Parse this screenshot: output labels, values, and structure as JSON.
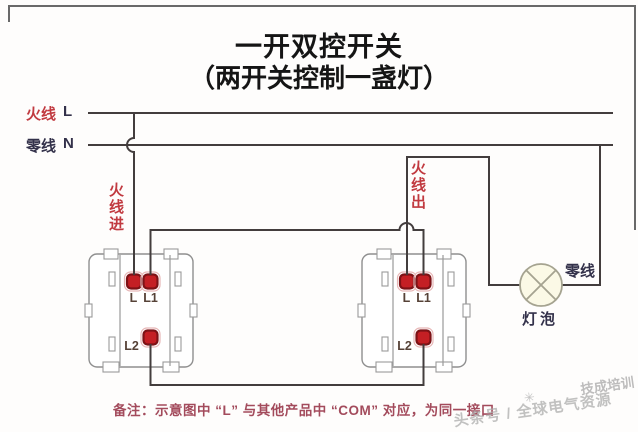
{
  "title": {
    "line1": "一开双控开关",
    "line2": "（两开关控制一盏灯）"
  },
  "buses": {
    "live": {
      "name": "火线",
      "code": "L"
    },
    "neutral": {
      "name": "零线",
      "code": "N"
    }
  },
  "wire_labels": {
    "live_in": "火线进",
    "live_out": "火线出",
    "neutral_to_lamp": "零线"
  },
  "switches": [
    {
      "terminals": {
        "l": "L",
        "l1": "L1",
        "l2": "L2"
      }
    },
    {
      "terminals": {
        "l": "L",
        "l1": "L1",
        "l2": "L2"
      }
    }
  ],
  "lamp": {
    "label": "灯泡"
  },
  "note": "备注：示意图中 “L” 与其他产品中 “COM” 对应，为同一接口",
  "watermark": {
    "line1": "技成培训",
    "line2": "头条号 / 全球电气资源",
    "icon": "✳"
  },
  "colors": {
    "wire": "#433d3d",
    "terminal_red": "#c41f24",
    "live_text_red": "#c13a40",
    "neutral_text": "#33314a",
    "note_text": "#a34b5c",
    "lamp_fill": "#fbf9e6",
    "watermark_gray": "#adadad"
  }
}
